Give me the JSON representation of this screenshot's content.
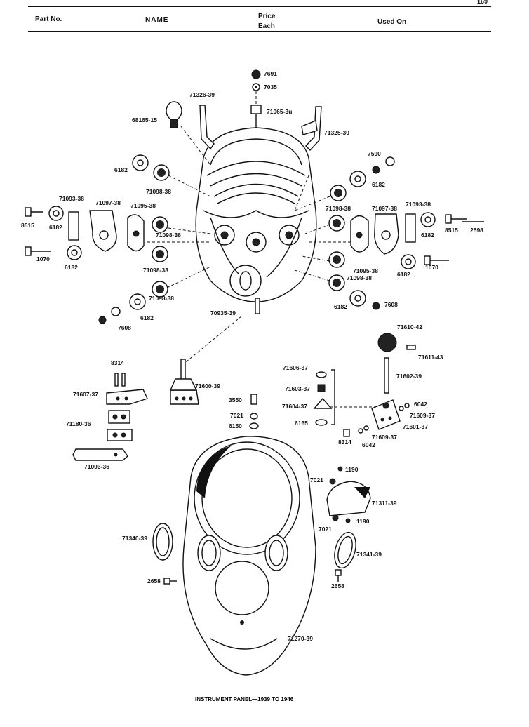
{
  "page_number": "169",
  "header": {
    "part_no": "Part No.",
    "name": "NAME",
    "price_line1": "Price",
    "price_line2": "Each",
    "used_on": "Used On"
  },
  "caption": "INSTRUMENT PANEL—1939 TO 1946",
  "labels": {
    "p7691": "7691",
    "p7035": "7035",
    "p71326_39": "71326-39",
    "p71065_3u": "71065-3u",
    "p68165_15": "68165-15",
    "p71325_39": "71325-39",
    "p7590": "7590",
    "p6182_l1": "6182",
    "p6182_r1": "6182",
    "p71098_38_l1": "71098-38",
    "p71093_38_l": "71093-38",
    "p71097_38_l": "71097-38",
    "p71095_38_l": "71095-38",
    "p71098_38_r1": "71098-38",
    "p71097_38_r": "71097-38",
    "p71093_38_r": "71093-38",
    "p8515_l": "8515",
    "p6182_l2": "6182",
    "p71098_38_l2": "71098-38",
    "p8515_r": "8515",
    "p2598": "2598",
    "p6182_r2": "6182",
    "p1070_l": "1070",
    "p6182_l3": "6182",
    "p71098_38_l3": "71098-38",
    "p1070_r": "1070",
    "p71095_38_r": "71095-38",
    "p6182_r3": "6182",
    "p71098_38_r2": "71098-38",
    "p71098_38_l4": "71098-38",
    "p6182_r4": "6182",
    "p7608_r": "7608",
    "p70935_39": "70935-39",
    "p6182_l4": "6182",
    "p7608_l": "7608",
    "p71610_42": "71610-42",
    "p71611_43": "71611-43",
    "p8314_l": "8314",
    "p71606_37": "71606-37",
    "p71602_39": "71602-39",
    "p71600_39": "71600-39",
    "p71607_37": "71607-37",
    "p71603_37": "71603-37",
    "p3550": "3550",
    "p71604_37": "71604-37",
    "p6042_r": "6042",
    "p71609_37_r": "71609-37",
    "p7021_a": "7021",
    "p71180_36": "71180-36",
    "p6165": "6165",
    "p6150": "6150",
    "p71601_37": "71601-37",
    "p71609_37_b": "71609-37",
    "p8314_b": "8314",
    "p6042_b": "6042",
    "p71093_36": "71093-36",
    "p1190_a": "1190",
    "p7021_b": "7021",
    "p71311_39": "71311-39",
    "p7021_c": "7021",
    "p1190_b": "1190",
    "p71340_39": "71340-39",
    "p71341_39": "71341-39",
    "p2658_l": "2658",
    "p2658_r": "2658",
    "p71270_39": "71270-39"
  }
}
